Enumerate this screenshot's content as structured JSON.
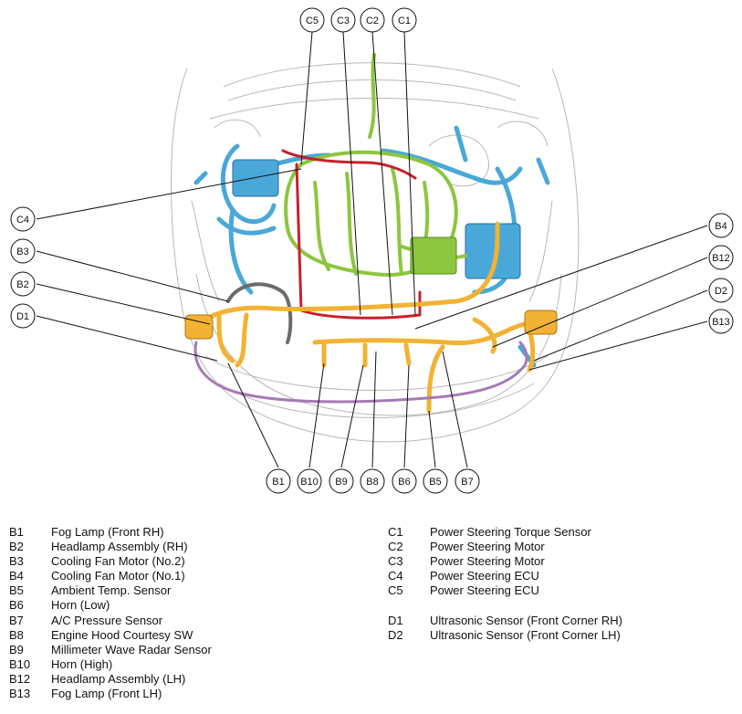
{
  "callouts": {
    "C5": "C5",
    "C3": "C3",
    "C2": "C2",
    "C1": "C1",
    "C4": "C4",
    "B3": "B3",
    "B2": "B2",
    "D1": "D1",
    "B4": "B4",
    "B12": "B12",
    "D2": "D2",
    "B13": "B13",
    "B1": "B1",
    "B10": "B10",
    "B9": "B9",
    "B8": "B8",
    "B6": "B6",
    "B5": "B5",
    "B7": "B7"
  },
  "legend_left": [
    {
      "code": "B1",
      "label": "Fog Lamp (Front RH)"
    },
    {
      "code": "B2",
      "label": "Headlamp Assembly (RH)"
    },
    {
      "code": "B3",
      "label": "Cooling Fan Motor (No.2)"
    },
    {
      "code": "B4",
      "label": "Cooling Fan Motor (No.1)"
    },
    {
      "code": "B5",
      "label": "Ambient Temp. Sensor"
    },
    {
      "code": "B6",
      "label": "Horn (Low)"
    },
    {
      "code": "B7",
      "label": "A/C Pressure Sensor"
    },
    {
      "code": "B8",
      "label": "Engine Hood Courtesy SW"
    },
    {
      "code": "B9",
      "label": "Millimeter Wave Radar Sensor"
    },
    {
      "code": "B10",
      "label": "Horn (High)"
    },
    {
      "code": "B12",
      "label": "Headlamp Assembly (LH)"
    },
    {
      "code": "B13",
      "label": "Fog Lamp (Front LH)"
    }
  ],
  "legend_right": [
    {
      "code": "C1",
      "label": "Power Steering Torque Sensor"
    },
    {
      "code": "C2",
      "label": "Power Steering Motor"
    },
    {
      "code": "C3",
      "label": "Power Steering Motor"
    },
    {
      "code": "C4",
      "label": "Power Steering ECU"
    },
    {
      "code": "C5",
      "label": "Power Steering ECU"
    },
    {
      "code": "D1",
      "label": "Ultrasonic Sensor (Front Corner RH)"
    },
    {
      "code": "D2",
      "label": "Ultrasonic Sensor (Front Corner LH)"
    }
  ],
  "colors": {
    "harness_blue": "#4aa8d8",
    "harness_green": "#8cc63f",
    "harness_orange": "#f2b233",
    "harness_red": "#c8202c",
    "harness_purple": "#a47bb3",
    "harness_gray": "#6b6b6b",
    "outline": "#b8b8b8"
  }
}
